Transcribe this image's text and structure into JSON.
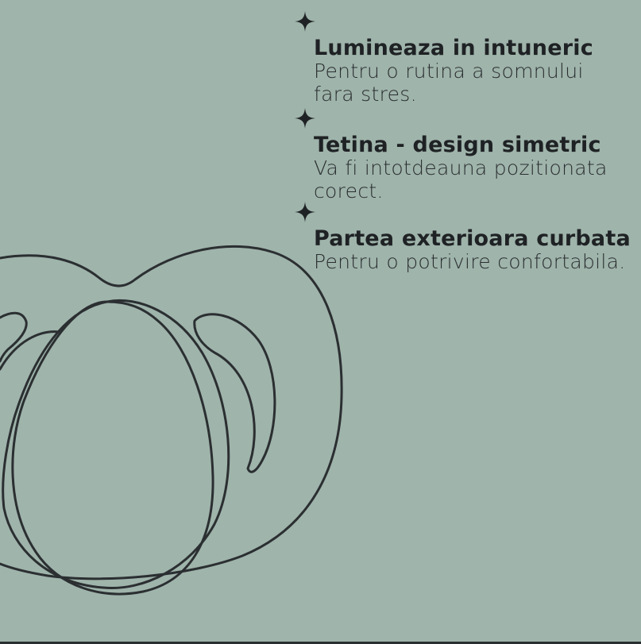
{
  "colors": {
    "background": "#9fb4ab",
    "line": "#2b2f31",
    "text": "#1f2224"
  },
  "features": [
    {
      "icon": "sparkle-icon",
      "title": "Lumineaza in intuneric",
      "description": "Pentru o rutina a somnului fara stres."
    },
    {
      "icon": "sparkle-icon",
      "title": "Tetina - design simetric",
      "description": "Va fi intotdeauna pozitionata corect."
    },
    {
      "icon": "sparkle-icon",
      "title": "Partea exterioara curbata",
      "description": "Pentru o potrivire confortabila."
    }
  ],
  "illustration": {
    "icon": "pacifier-icon"
  }
}
